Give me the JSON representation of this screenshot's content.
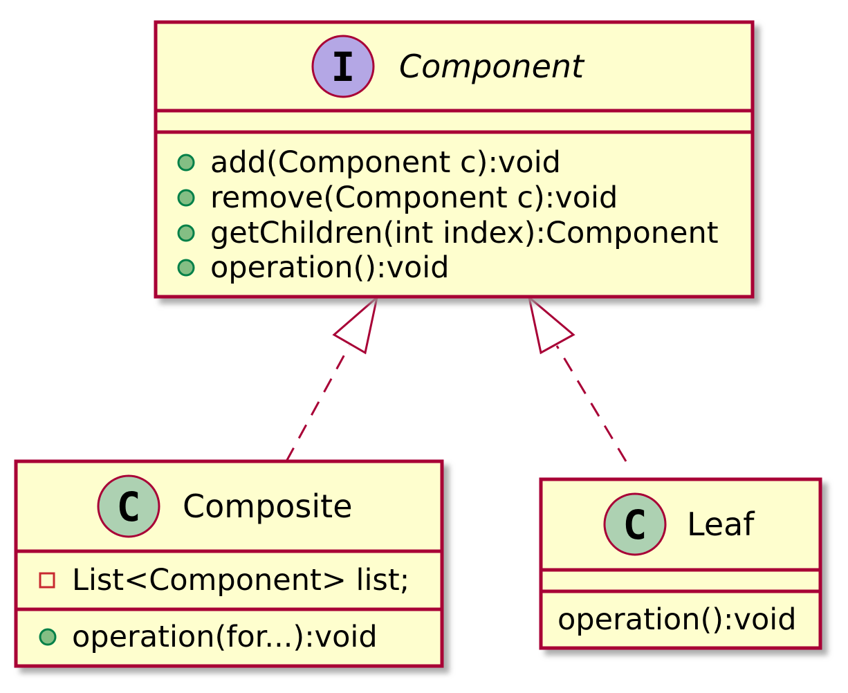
{
  "colors": {
    "border": "#A80036",
    "fill": "#FEFECE",
    "interface_badge": "#B4A7E5",
    "class_badge": "#ADD1B2",
    "public_marker_fill": "#84BE84",
    "public_marker_stroke": "#038048",
    "private_marker_stroke": "#C82930",
    "shadow": "#C0C0C0"
  },
  "classes": {
    "component": {
      "badge": "I",
      "name": "Component",
      "kind": "interface",
      "fields": [],
      "methods": [
        {
          "visibility": "public",
          "text": "add(Component c):void"
        },
        {
          "visibility": "public",
          "text": "remove(Component c):void"
        },
        {
          "visibility": "public",
          "text": "getChildren(int index):Component"
        },
        {
          "visibility": "public",
          "text": "operation():void"
        }
      ]
    },
    "composite": {
      "badge": "C",
      "name": "Composite",
      "kind": "class",
      "fields": [
        {
          "visibility": "private",
          "text": "List<Component> list;"
        }
      ],
      "methods": [
        {
          "visibility": "public",
          "text": "operation(for...):void"
        }
      ]
    },
    "leaf": {
      "badge": "C",
      "name": "Leaf",
      "kind": "class",
      "fields": [],
      "methods": [
        {
          "visibility": "none",
          "text": "operation():void"
        }
      ]
    }
  },
  "relations": [
    {
      "from": "composite",
      "to": "component",
      "type": "realization"
    },
    {
      "from": "leaf",
      "to": "component",
      "type": "realization"
    }
  ]
}
